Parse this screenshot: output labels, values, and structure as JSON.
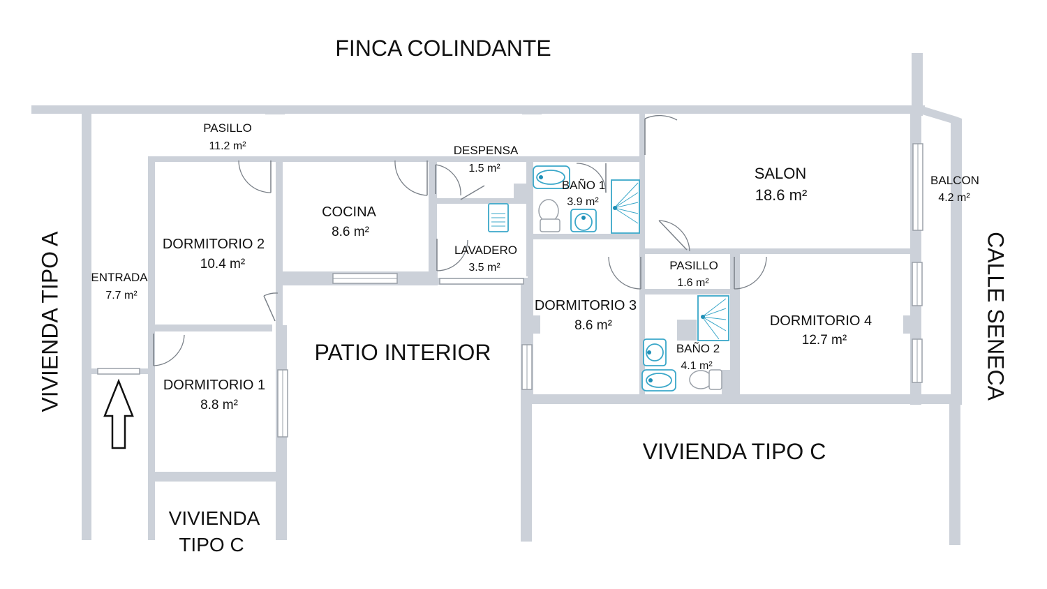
{
  "surroundings": {
    "top": "FINCA COLINDANTE",
    "left": "VIVIENDA TIPO A",
    "right": "CALLE SENECA",
    "bottom_right": "VIVIENDA TIPO C",
    "bottom_left_line1": "VIVIENDA",
    "bottom_left_line2": "TIPO C",
    "patio": "PATIO INTERIOR"
  },
  "rooms": {
    "pasillo_top": {
      "name": "PASILLO",
      "area": "11.2 m²"
    },
    "despensa": {
      "name": "DESPENSA",
      "area": "1.5 m²"
    },
    "salon": {
      "name": "SALON",
      "area": "18.6 m²"
    },
    "balcon": {
      "name": "BALCON",
      "area": "4.2 m²"
    },
    "bano1": {
      "name": "BAÑO 1",
      "area": "3.9 m²"
    },
    "cocina": {
      "name": "COCINA",
      "area": "8.6 m²"
    },
    "dormitorio2": {
      "name": "DORMITORIO 2",
      "area": "10.4 m²"
    },
    "lavadero": {
      "name": "LAVADERO",
      "area": "3.5 m²"
    },
    "pasillo_small": {
      "name": "PASILLO",
      "area": "1.6 m²"
    },
    "entrada": {
      "name": "ENTRADA",
      "area": "7.7 m²"
    },
    "dormitorio3": {
      "name": "DORMITORIO 3",
      "area": "8.6 m²"
    },
    "dormitorio4": {
      "name": "DORMITORIO 4",
      "area": "12.7 m²"
    },
    "bano2": {
      "name": "BAÑO 2",
      "area": "4.1 m²"
    },
    "dormitorio1": {
      "name": "DORMITORIO 1",
      "area": "8.8 m²"
    }
  },
  "colors": {
    "wall": "#ccd1d9",
    "fixture_accent": "#3aa7c9",
    "text": "#111111"
  },
  "icons": [
    "entrance-arrow-icon",
    "door-swing-icon",
    "window-icon",
    "toilet-icon",
    "sink-icon",
    "shower-icon"
  ]
}
